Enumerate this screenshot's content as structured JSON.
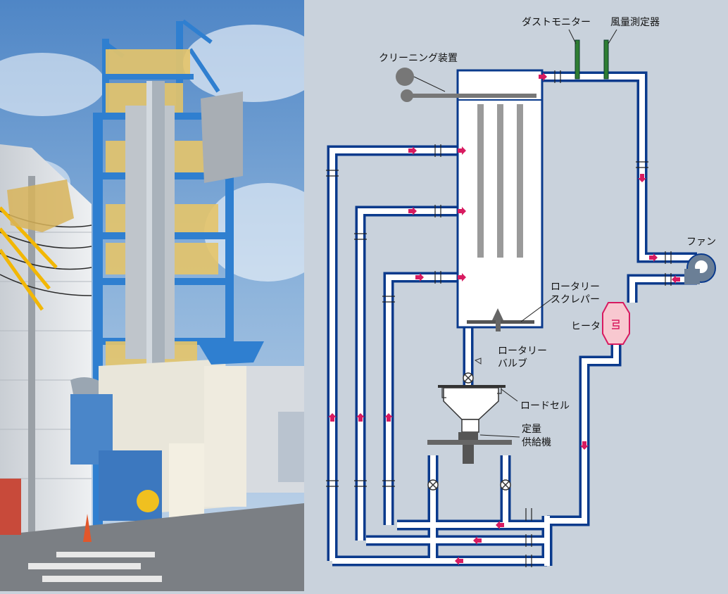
{
  "photo": {
    "subject": "dust collection test facility tower"
  },
  "diagram": {
    "labels": {
      "dust_monitor": "ダストモニター",
      "airflow_meter": "風量測定器",
      "cleaning_device": "クリーニング装置",
      "fan": "ファン",
      "rotary_scraper_line1": "ロータリー",
      "rotary_scraper_line2": "スクレパー",
      "heater": "ヒータ",
      "rotary_valve_line1": "ロータリー",
      "rotary_valve_line2": "バルブ",
      "load_cell": "ロードセル",
      "feeder_line1": "定量",
      "feeder_line2": "供給機"
    },
    "colors": {
      "background": "#c9d2dc",
      "pipe_outer": "#0a3a8c",
      "pipe_inner": "#ffffff",
      "flow_arrow": "#d81b60",
      "equipment_gray": "#777777",
      "sensor_green": "#2e7d32",
      "heater_fill": "#f8c8d0",
      "heater_stroke": "#d81b60"
    },
    "icons": {
      "flow": "arrow-icon",
      "valve": "valve-icon",
      "fan": "fan-icon",
      "heater": "heater-icon"
    }
  }
}
